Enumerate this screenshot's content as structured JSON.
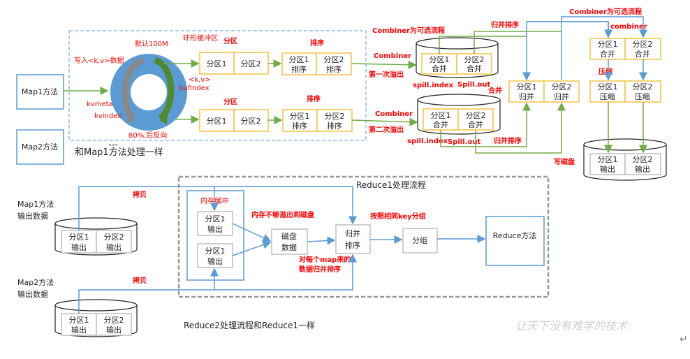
{
  "colors": {
    "label": "#ff0000",
    "partition_border": "#f5c342",
    "flow_green": "#70ad47",
    "flow_blue": "#5b9bd5",
    "ring": "#5b9bd5"
  },
  "map_side": {
    "map1": "Map1方法",
    "map2": "Map2方法",
    "same_as_map1": "和Map1方法处理一样",
    "dots": "。。。",
    "ring_title": "环形缓冲区",
    "default_size": "默认100M",
    "write_kv": "写入<k,v>数据",
    "kv": "<k,v>",
    "bufindex": "bufindex",
    "kvmeta": "kvmeta",
    "kvindex": "kvindex",
    "reverse": "80%,后反向",
    "partition_label": "分区",
    "sort_label": "排序",
    "p1": "分区1",
    "p2": "分区2",
    "p1_sort": [
      "分区1",
      "排序"
    ],
    "p2_sort": [
      "分区2",
      "排序"
    ],
    "combiner_optional": "Combiner为可选流程",
    "combiner": "Combiner",
    "first_spill": "第一次溢出",
    "second_spill": "第二次溢出",
    "spill_index": "spill.index",
    "spill_out": "Spill.out",
    "merge": "合并",
    "merge_sort": "归并排序",
    "write_disk": "写磁盘",
    "combiner_optional2": "Combiner为可选流程",
    "combiner_lower": "combiner",
    "compress": "压缩",
    "p1_merge": [
      "分区1",
      "合并"
    ],
    "p2_merge": [
      "分区2",
      "合并"
    ],
    "p1_gmerge": [
      "分区1",
      "归并"
    ],
    "p2_gmerge": [
      "分区2",
      "归并"
    ],
    "p1_compress": [
      "分区1",
      "压缩"
    ],
    "p2_compress": [
      "分区2",
      "压缩"
    ],
    "p1_out": [
      "分区1",
      "输出"
    ],
    "p2_out": [
      "分区2",
      "输出"
    ]
  },
  "reduce_side": {
    "title": "Reduce1处理流程",
    "map1_out": [
      "Map1方法",
      "输出数据"
    ],
    "map2_out": [
      "Map2方法",
      "输出数据"
    ],
    "copy": "拷贝",
    "mem_buffer": "内存缓冲",
    "mem_spill": "内存不够溢出到磁盘",
    "disk_data": [
      "磁盘",
      "数据"
    ],
    "merge_sort": [
      "归并",
      "排序"
    ],
    "group_by_key": "按照相同key分组",
    "per_map_merge": [
      "对每个map来的",
      "数据归并排序"
    ],
    "group": "分组",
    "reduce_method": "Reduce方法",
    "reduce2_note": "Reduce2处理流程和Reduce1一样",
    "p1_out": [
      "分区1",
      "输出"
    ],
    "p2_out": [
      "分区2",
      "输出"
    ]
  },
  "watermark": "让天下没有难学的技术",
  "return_mark": "↵"
}
